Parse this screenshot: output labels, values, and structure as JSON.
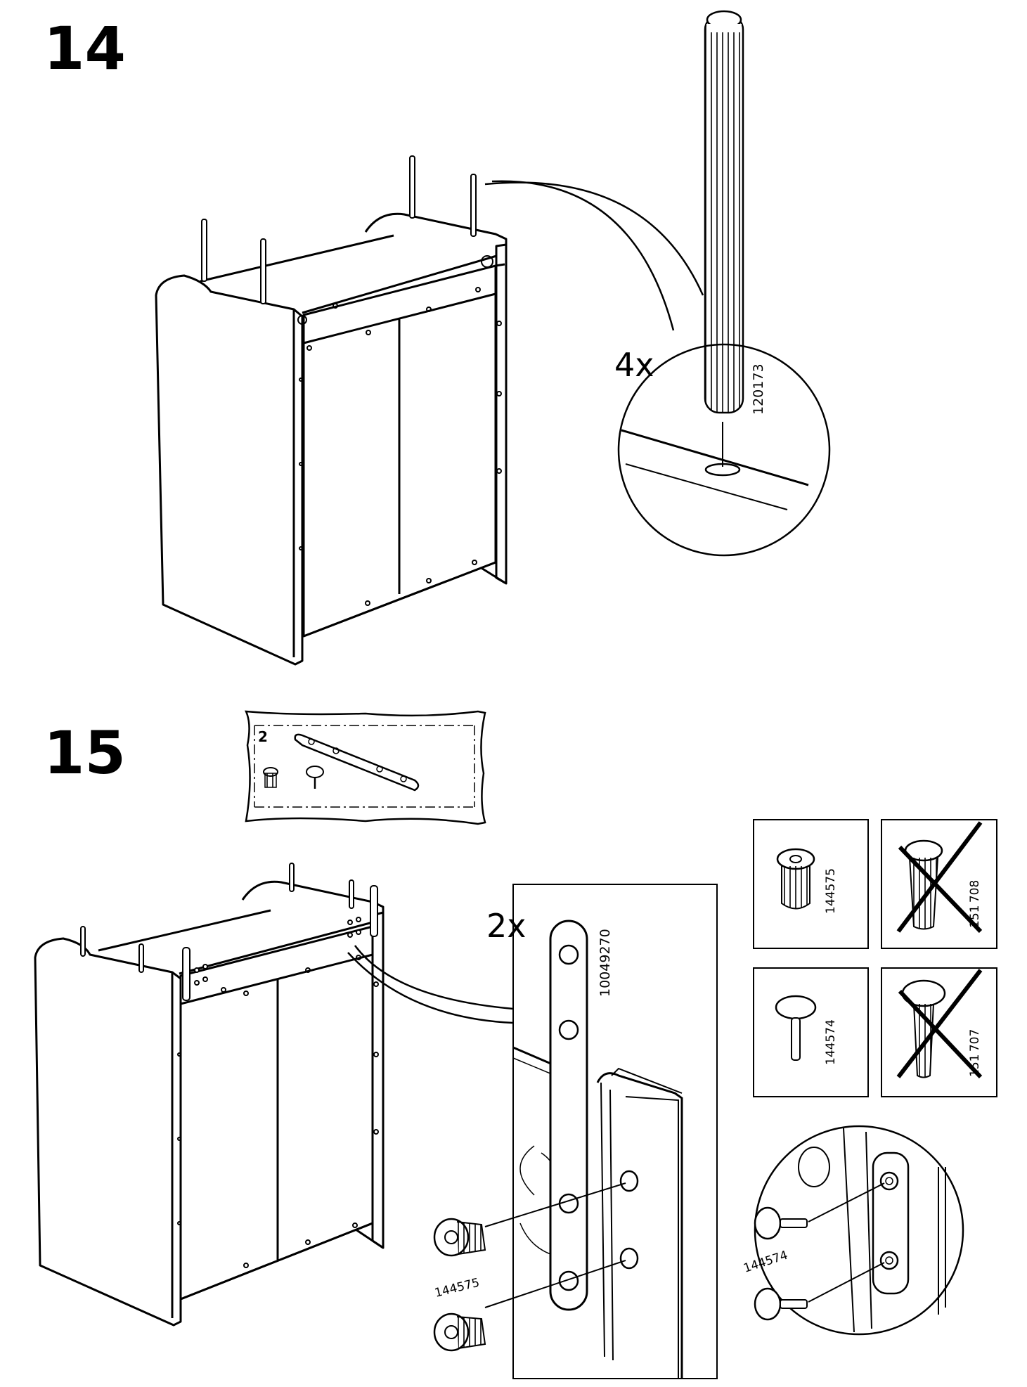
{
  "steps": [
    {
      "number": "14",
      "quantity": "4x",
      "part_number": "120173"
    },
    {
      "number": "15",
      "bag_number": "2",
      "quantity": "2x",
      "strip_part_number": "10049270",
      "fitting_left_part_number": "144575",
      "fitting_right_part_number": "144574",
      "reference_parts": [
        {
          "part_number": "144575",
          "correct": true
        },
        {
          "part_number": "151708",
          "shown_text": "151  708",
          "correct": false
        },
        {
          "part_number": "144574",
          "correct": true
        },
        {
          "part_number": "151707",
          "shown_text": "151  707",
          "correct": false
        }
      ]
    }
  ]
}
